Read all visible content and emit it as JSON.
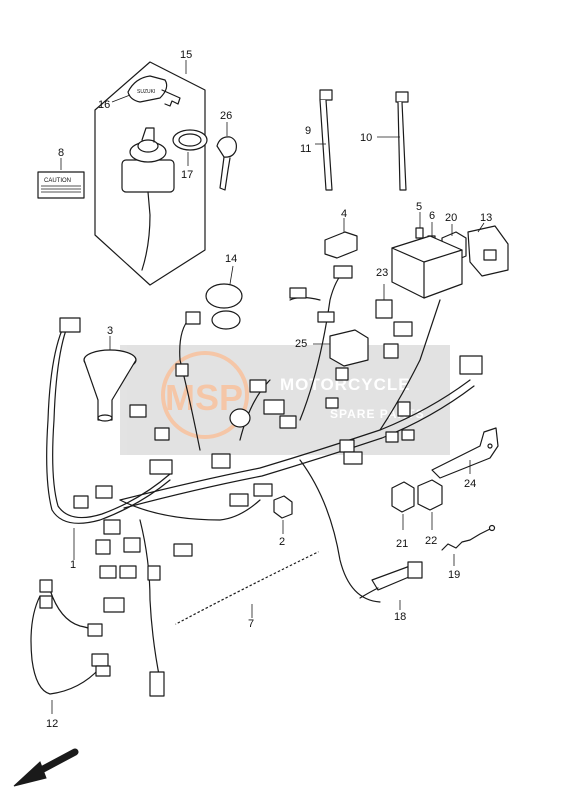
{
  "callouts": [
    {
      "id": "c1",
      "label": "1"
    },
    {
      "id": "c2",
      "label": "2"
    },
    {
      "id": "c3",
      "label": "3"
    },
    {
      "id": "c4",
      "label": "4"
    },
    {
      "id": "c5",
      "label": "5"
    },
    {
      "id": "c6",
      "label": "6"
    },
    {
      "id": "c7",
      "label": "7"
    },
    {
      "id": "c8",
      "label": "8"
    },
    {
      "id": "c9",
      "label": "9"
    },
    {
      "id": "c10",
      "label": "10"
    },
    {
      "id": "c11",
      "label": "11"
    },
    {
      "id": "c12",
      "label": "12"
    },
    {
      "id": "c13",
      "label": "13"
    },
    {
      "id": "c14",
      "label": "14"
    },
    {
      "id": "c15",
      "label": "15"
    },
    {
      "id": "c16",
      "label": "16"
    },
    {
      "id": "c17",
      "label": "17"
    },
    {
      "id": "c18",
      "label": "18"
    },
    {
      "id": "c19",
      "label": "19"
    },
    {
      "id": "c20",
      "label": "20"
    },
    {
      "id": "c21",
      "label": "21"
    },
    {
      "id": "c22",
      "label": "22"
    },
    {
      "id": "c23",
      "label": "23"
    },
    {
      "id": "c24",
      "label": "24"
    },
    {
      "id": "c25",
      "label": "25"
    },
    {
      "id": "c26",
      "label": "26"
    }
  ],
  "caution_label": "CAUTION",
  "key_brand": "SUZUKI",
  "watermark": {
    "line1": "MOTORCYCLE",
    "line2": "SPARE PARTS",
    "brand_initials": "MSP"
  },
  "colors": {
    "ink": "#1a1a1a",
    "watermark_band": "#d9d9d9",
    "watermark_orange": "#f2b48a"
  }
}
